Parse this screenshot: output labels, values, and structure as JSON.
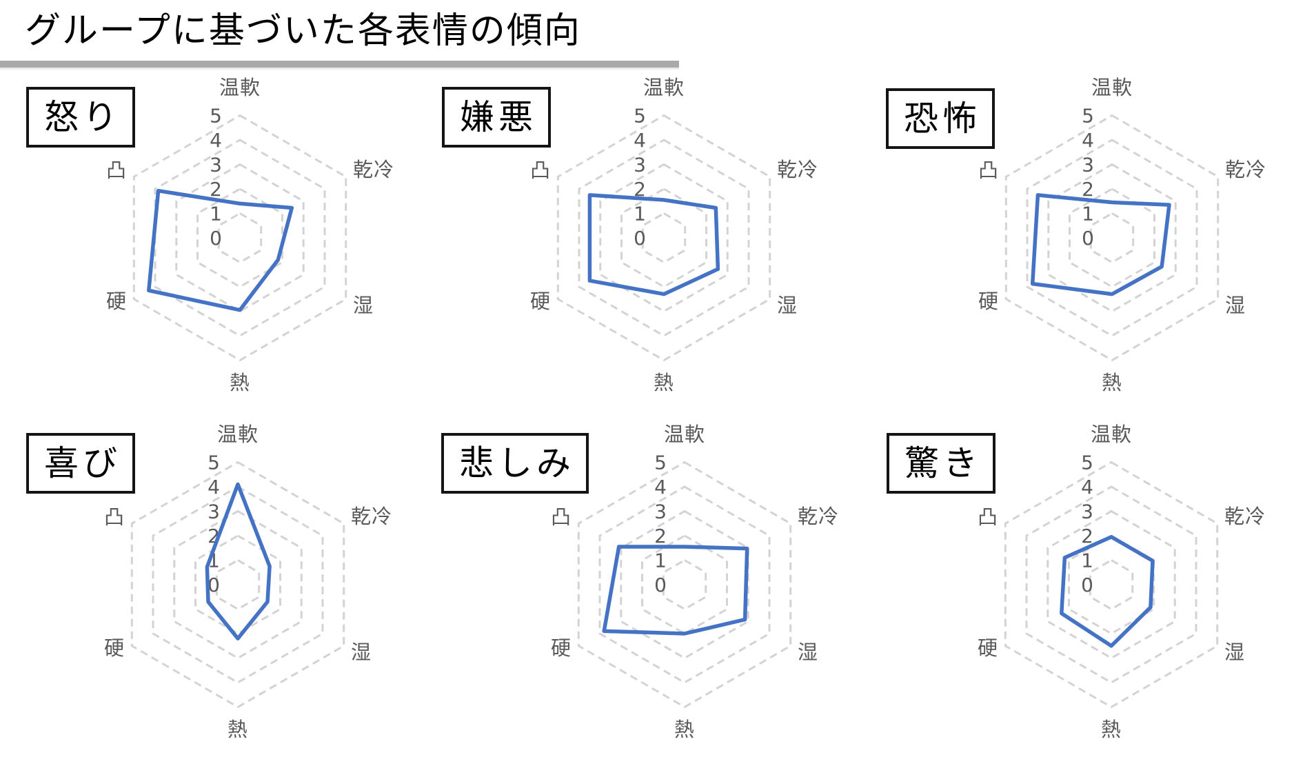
{
  "page": {
    "title": "グループに基づいた各表情の傾向"
  },
  "chart_data": {
    "type": "radar",
    "layout": "2 rows x 3 columns of hexagonal radar charts",
    "axes": [
      "温軟",
      "乾冷",
      "湿",
      "熱",
      "硬",
      "凸"
    ],
    "axis_order": "clockwise from top: 温軟(top), 乾冷(upper-right), 湿(lower-right), 熱(bottom), 硬(lower-left), 凸(upper-left)",
    "scale": {
      "min": 0,
      "max": 5,
      "ticks": [
        "5",
        "4",
        "3",
        "2",
        "1",
        "0"
      ]
    },
    "grid": "dashed concentric hexagons at values 1-5, no radial spokes",
    "legend": "none",
    "colors": {
      "series_line": "#4472C4",
      "grid_line": "#D3D3D3",
      "axis_label": "#595959",
      "tick_label": "#595959",
      "title_text": "#000000",
      "title_underline": "#A9A9A9",
      "box_border": "#141414"
    },
    "charts": [
      {
        "label": "怒り",
        "values": [
          1.4,
          2.45,
          1.8,
          2.95,
          4.3,
          3.85
        ]
      },
      {
        "label": "嫌悪",
        "values": [
          1.55,
          2.45,
          2.55,
          2.3,
          3.5,
          3.5
        ]
      },
      {
        "label": "恐怖",
        "values": [
          1.45,
          2.7,
          2.35,
          2.3,
          3.75,
          3.5
        ]
      },
      {
        "label": "喜び",
        "values": [
          4.1,
          1.5,
          1.4,
          2.2,
          1.4,
          1.45
        ]
      },
      {
        "label": "悲しみ",
        "values": [
          1.55,
          2.95,
          2.85,
          2.0,
          3.8,
          3.1
        ]
      },
      {
        "label": "驚き",
        "values": [
          1.95,
          1.95,
          1.85,
          2.5,
          2.35,
          2.2
        ]
      }
    ]
  }
}
